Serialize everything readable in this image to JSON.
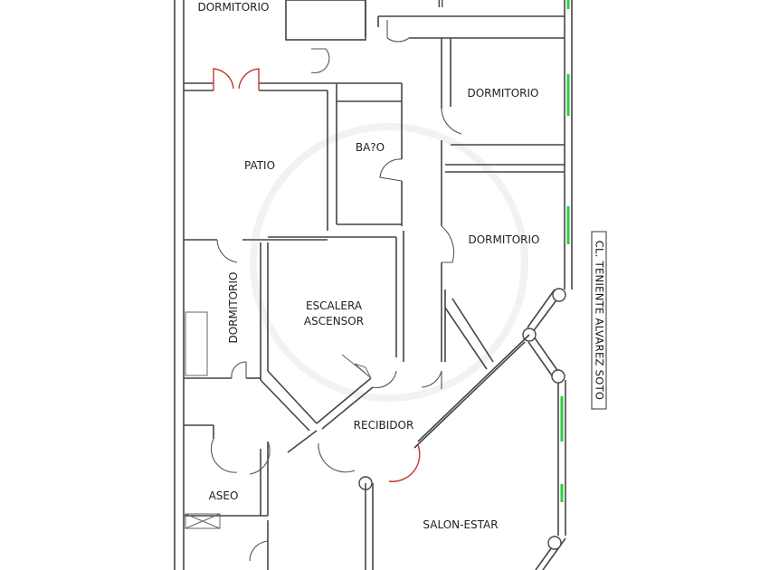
{
  "rooms": {
    "dormitorio_top_left": "DORMITORIO",
    "top_right_fragment": "II",
    "dormitorio_right_1": "DORMITORIO",
    "patio": "PATIO",
    "bano": "BA?O",
    "dormitorio_right_2": "DORMITORIO",
    "dormitorio_left": "DORMITORIO",
    "escalera_line1": "ESCALERA",
    "escalera_line2": "ASCENSOR",
    "recibidor": "RECIBIDOR",
    "aseo": "ASEO",
    "salon": "SALON-ESTAR"
  },
  "street_label": "CL. TENIENTE ALVAREZ SOTO",
  "colors": {
    "walls": "#444444",
    "windows": "#2ecc40",
    "accent_doors": "#c0392b",
    "background": "#ffffff"
  }
}
